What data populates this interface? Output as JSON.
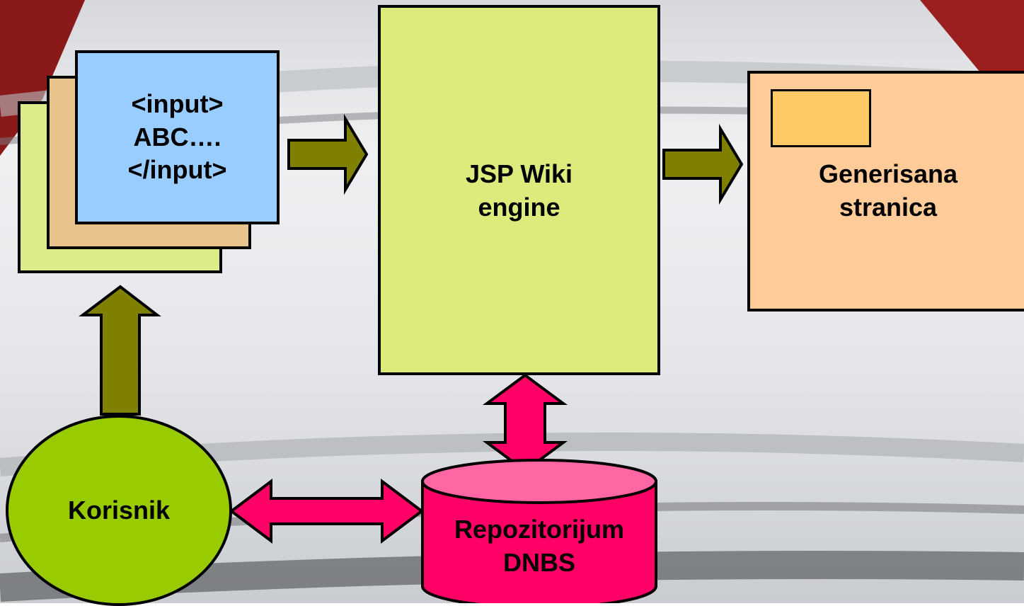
{
  "colors": {
    "input_page_back": "#ddeb8a",
    "input_page_middle": "#e8c38b",
    "input_page_front": "#99ccff",
    "engine": "#ddeb7c",
    "output_page": "#ffcc99",
    "output_widget": "#ffc966",
    "flow_arrow": "#7f8000",
    "db_arrow": "#ff0066",
    "repository": "#ff0066",
    "repository_top": "#ff66a3",
    "user": "#99cc00"
  },
  "input_pages": {
    "line1": "<input>",
    "line2": "ABC….",
    "line3": "</input>"
  },
  "engine": {
    "line1": "JSP Wiki",
    "line2": "engine"
  },
  "output_page": {
    "line1": "Generisana",
    "line2": "stranica"
  },
  "user": {
    "label": "Korisnik"
  },
  "repository": {
    "line1": "Repozitorijum",
    "line2": "DNBS"
  }
}
